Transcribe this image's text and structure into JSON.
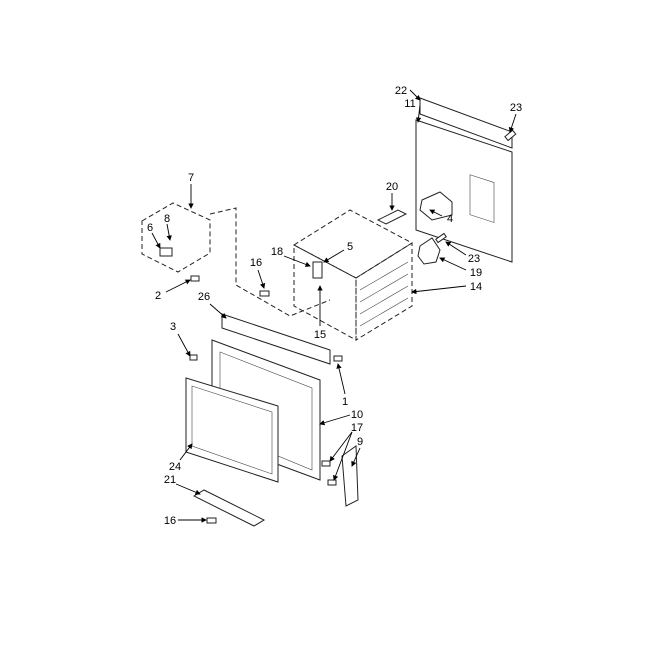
{
  "diagram": {
    "type": "exploded-parts-diagram",
    "callouts": [
      "22",
      "11",
      "23",
      "20",
      "4",
      "7",
      "8",
      "6",
      "18",
      "5",
      "16",
      "23",
      "19",
      "14",
      "2",
      "26",
      "15",
      "3",
      "1",
      "10",
      "17",
      "9",
      "24",
      "21",
      "16"
    ]
  }
}
